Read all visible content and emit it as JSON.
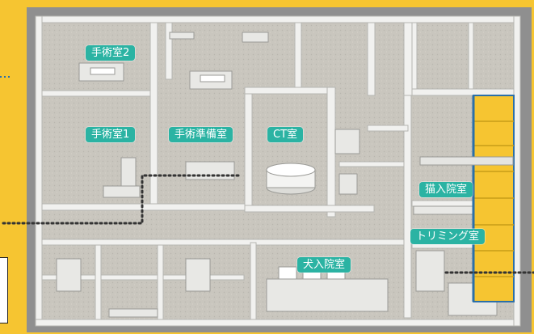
{
  "rooms": {
    "surgery2": "手術室2",
    "surgery1": "手術室1",
    "prep": "手術準備室",
    "ct": "CT室",
    "cat_ward": "猫入院室",
    "trimming": "トリミング室",
    "dog_ward": "犬入院室"
  },
  "colors": {
    "background": "#f6c531",
    "label": "#2bb3a3",
    "floor": "#c9c6be",
    "wall": "#f1f1ef",
    "frame": "#8f8f8f",
    "cat_cage": "#f6c531",
    "cage_edge": "#2b6fa8",
    "leader": "#333333"
  }
}
